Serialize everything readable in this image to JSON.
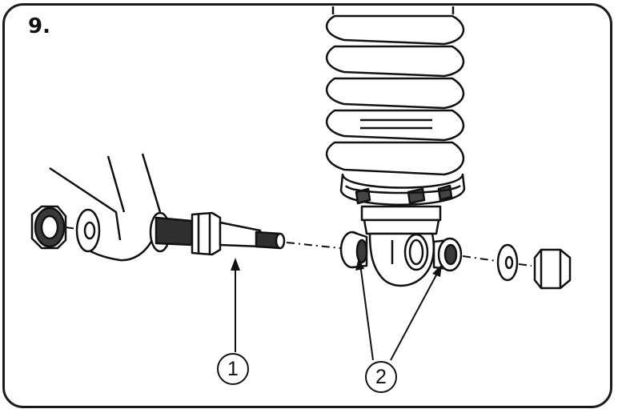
{
  "step_number": "9.",
  "callouts": {
    "one": "1",
    "two": "2"
  },
  "colors": {
    "line": "#111111",
    "background": "#ffffff",
    "shading": "#3a3a3a"
  }
}
